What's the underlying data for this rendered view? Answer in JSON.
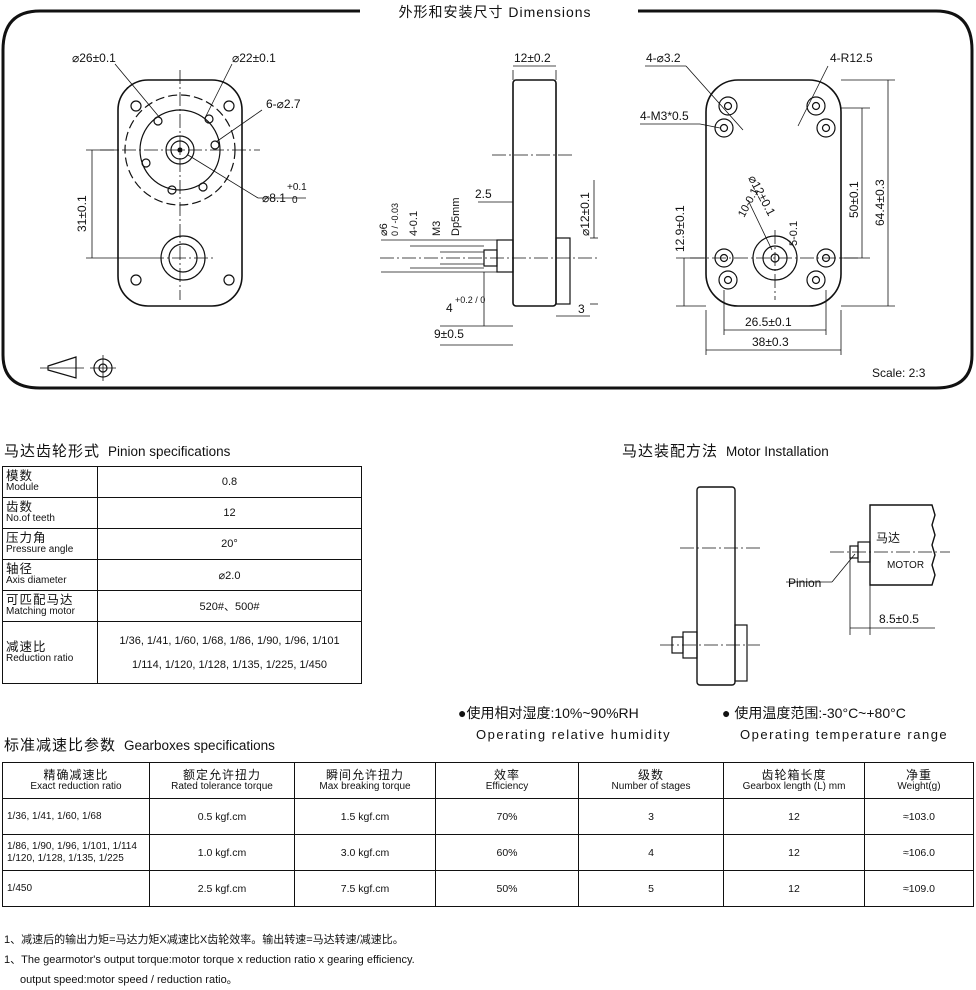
{
  "dimensions": {
    "title": "外形和安装尺寸  Dimensions",
    "scale": "Scale:  2:3",
    "front": {
      "d26": "⌀26±0.1",
      "d22": "⌀22±0.1",
      "holes6": "6-⌀2.7",
      "d81": "⌀8.1",
      "d81_tol_up": "+0.1",
      "d81_tol_low": "0",
      "h31": "31±0.1"
    },
    "side": {
      "w12": "12±0.2",
      "d25": "2.5",
      "d12": "⌀12±0.1",
      "shaft_d6": "⌀6",
      "shaft_d6_tol": "0 / -0.03",
      "len4": "4-0.1",
      "m3": "M3",
      "dp5": "Dp5mm",
      "l4": "4",
      "l4_tol": "+0.2 / 0",
      "l9": "9±0.5",
      "l3": "3"
    },
    "back": {
      "holes4": "4-⌀3.2",
      "m3": "4-M3*0.5",
      "r125": "4-R12.5",
      "d12": "⌀12±0.1",
      "d10": "10-0.1",
      "d5": "5-0.1",
      "h129": "12.9±0.1",
      "h50": "50±0.1",
      "h644": "64.4±0.3",
      "w265": "26.5±0.1",
      "w38": "38±0.3"
    }
  },
  "pinion": {
    "title_zh": "马达齿轮形式",
    "title_en": "Pinion specifications",
    "rows": [
      {
        "zh": "模数",
        "en": "Module",
        "value": "0.8"
      },
      {
        "zh": "齿数",
        "en": "No.of teeth",
        "value": "12"
      },
      {
        "zh": "压力角",
        "en": "Pressure angle",
        "value": "20°"
      },
      {
        "zh": "轴径",
        "en": "Axis diameter",
        "value": "⌀2.0"
      },
      {
        "zh": "可匹配马达",
        "en": "Matching motor",
        "value": "520#、500#"
      }
    ],
    "reduction": {
      "zh": "减速比",
      "en": "Reduction ratio",
      "line1": "1/36,  1/41,  1/60,  1/68,  1/86,  1/90,  1/96,  1/101",
      "line2": "1/114,   1/120,   1/128,   1/135,   1/225,   1/450"
    }
  },
  "installation": {
    "title_zh": "马达装配方法",
    "title_en": "Motor Installation",
    "motor_zh": "马达",
    "motor_en": "MOTOR",
    "pinion": "Pinion",
    "dim": "8.5±0.5"
  },
  "conditions": {
    "humidity_zh": "●使用相对湿度:10%~90%RH",
    "humidity_en": "Operating   relative   humidity",
    "temp_zh": "● 使用温度范围:-30°C~+80°C",
    "temp_en": "Operating   temperature   range"
  },
  "gearboxes": {
    "title_zh": "标准减速比参数",
    "title_en": "Gearboxes specifications",
    "headers": [
      {
        "zh": "精确减速比",
        "en": "Exact reduction ratio"
      },
      {
        "zh": "额定允许扭力",
        "en": "Rated tolerance torque"
      },
      {
        "zh": "瞬间允许扭力",
        "en": "Max breaking torque"
      },
      {
        "zh": "效率",
        "en": "Efficiency"
      },
      {
        "zh": "级数",
        "en": "Number of stages"
      },
      {
        "zh": "齿轮箱长度",
        "en": "Gearbox length (L) mm"
      },
      {
        "zh": "净重",
        "en": "Weight(g)"
      }
    ],
    "rows": [
      {
        "ratio": "1/36,  1/41,  1/60,  1/68",
        "rated": "0.5 kgf.cm",
        "max": "1.5 kgf.cm",
        "eff": "70%",
        "stages": "3",
        "length": "12",
        "weight": "≈103.0"
      },
      {
        "ratio": "1/86, 1/90, 1/96, 1/101, 1/114 1/120, 1/128, 1/135, 1/225",
        "rated": "1.0 kgf.cm",
        "max": "3.0 kgf.cm",
        "eff": "60%",
        "stages": "4",
        "length": "12",
        "weight": "≈106.0"
      },
      {
        "ratio": "1/450",
        "rated": "2.5 kgf.cm",
        "max": "7.5 kgf.cm",
        "eff": "50%",
        "stages": "5",
        "length": "12",
        "weight": "≈109.0"
      }
    ]
  },
  "notes": {
    "zh": "1、减速后的输出力矩=马达力矩X减速比X齿轮效率。输出转速=马达转速/减速比。",
    "en1": "1、The gearmotor's  output torque:motor torque x reduction ratio x gearing efficiency.",
    "en2": "output speed:motor speed / reduction ratio。"
  }
}
